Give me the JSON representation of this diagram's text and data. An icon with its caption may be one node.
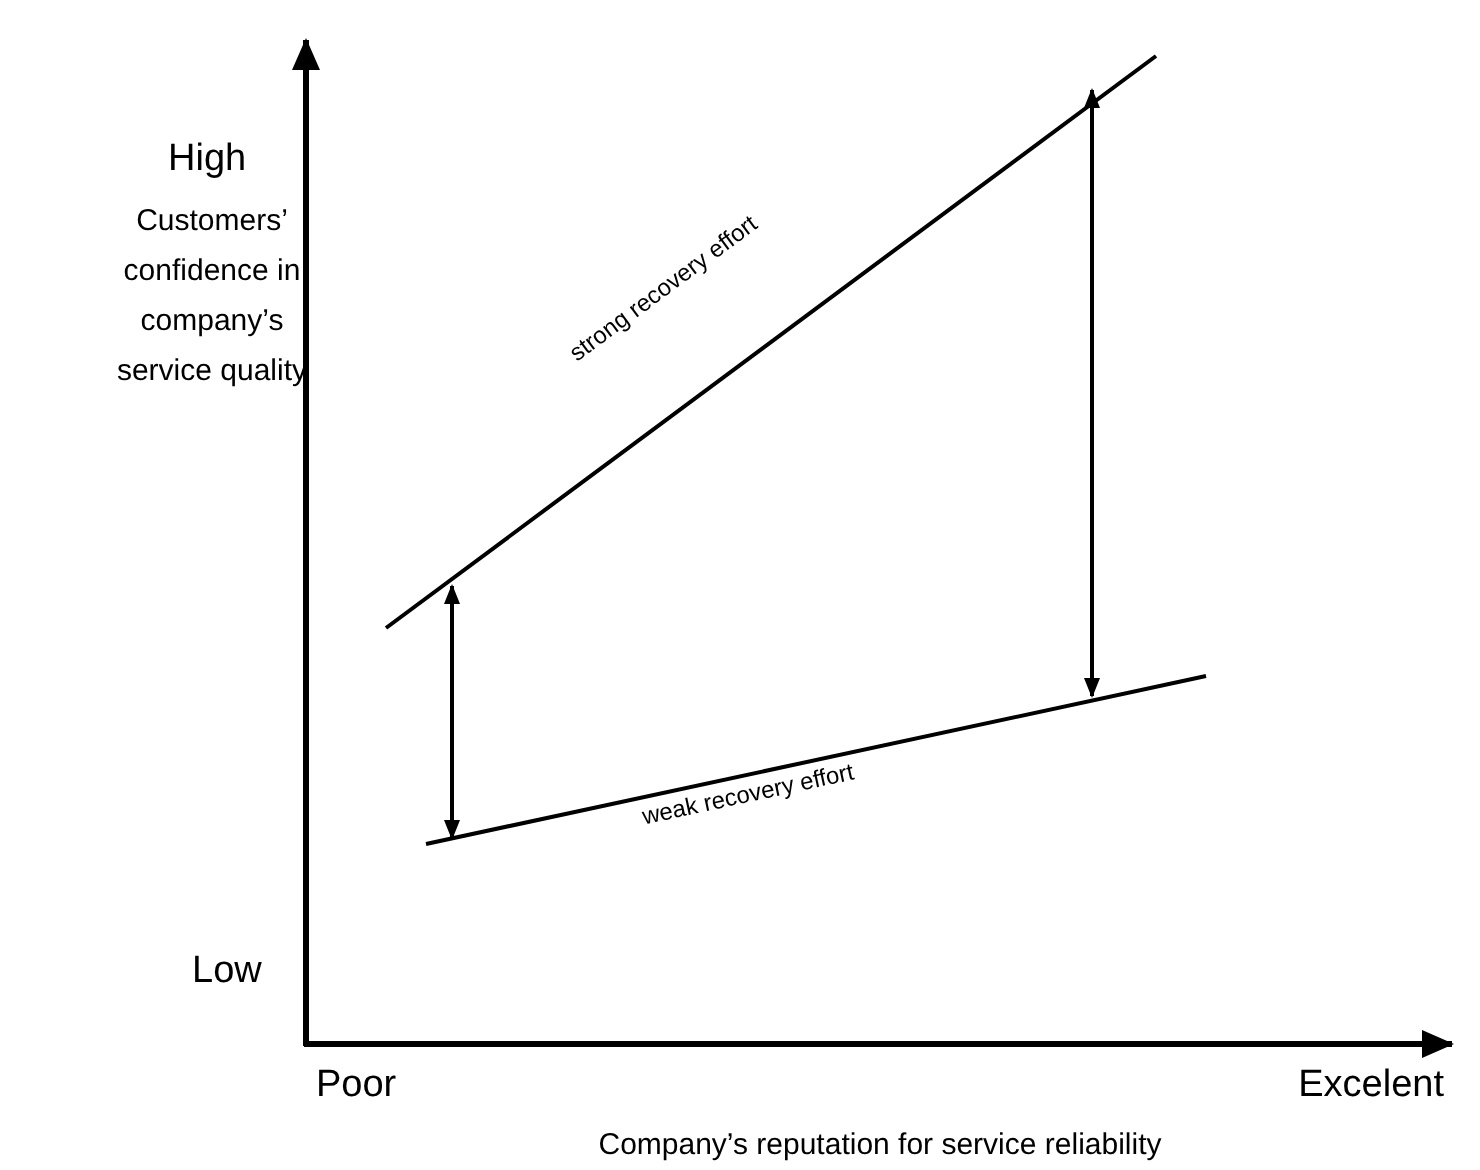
{
  "diagram": {
    "labels": [
      "High",
      "Customers’ confidence in company’s service quality",
      "strong recovery effort",
      "weak recovery effort",
      "Low",
      "Poor",
      "Excelent",
      "Company’s reputation for service reliability"
    ]
  }
}
